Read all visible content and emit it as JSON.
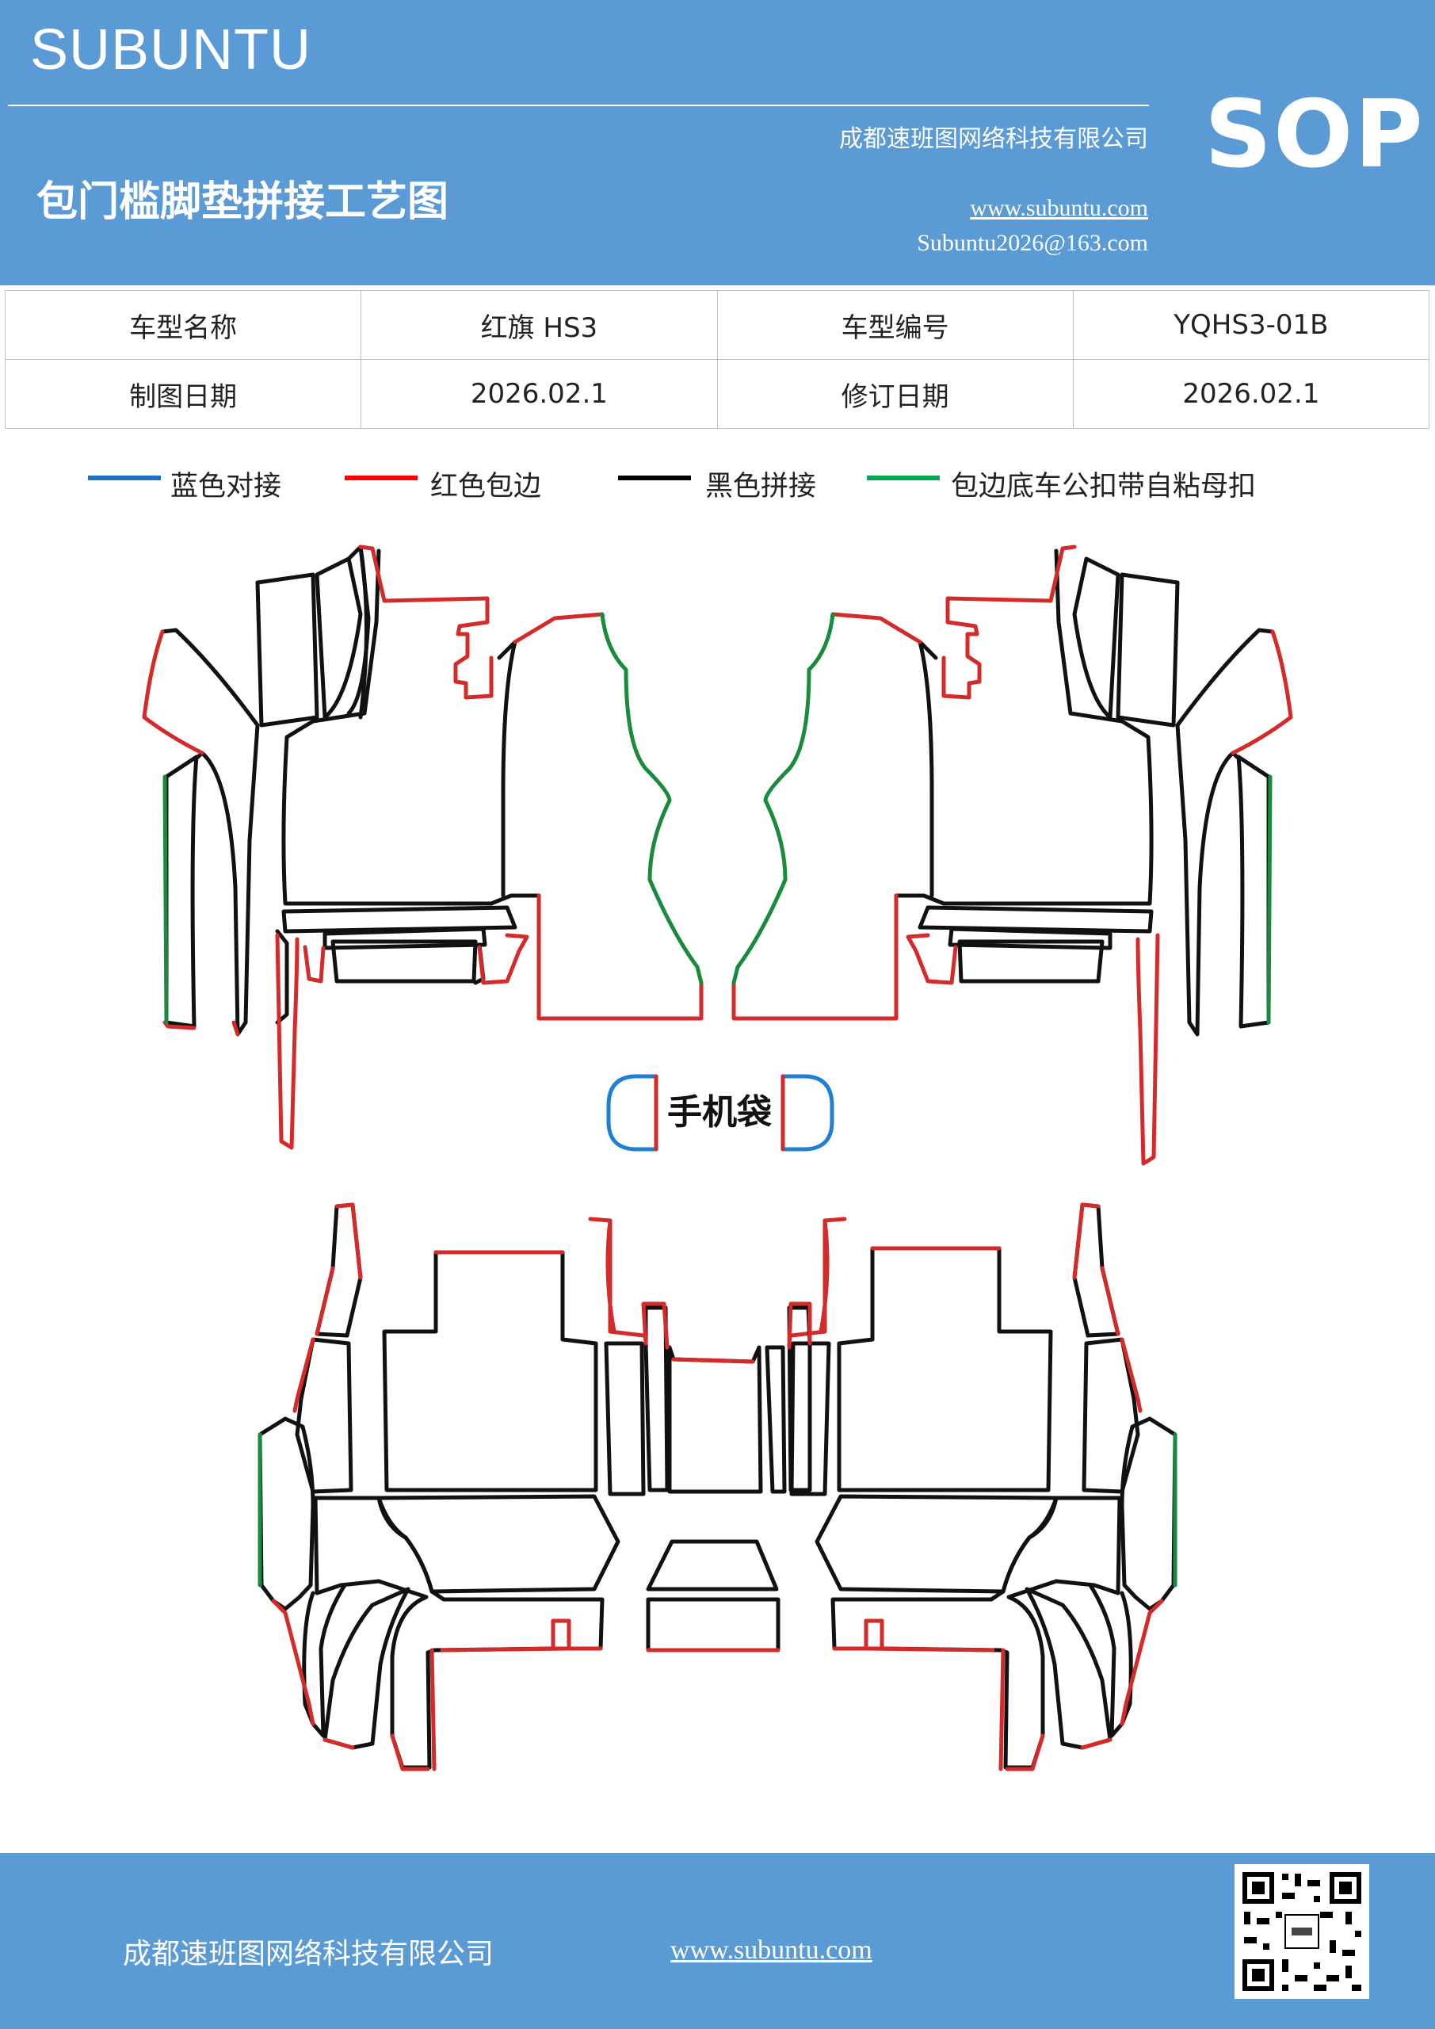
{
  "header": {
    "brand": "SUBUNTU",
    "company": "成都速班图网络科技有限公司",
    "title": "包门槛脚垫拼接工艺图",
    "website": "www.subuntu.com",
    "email": "Subuntu2026@163.com",
    "sop": "SOP"
  },
  "info_table": {
    "rows": [
      [
        "车型名称",
        "红旗 HS3",
        "车型编号",
        "YQHS3-01B"
      ],
      [
        "制图日期",
        "2026.02.1",
        "修订日期",
        "2026.02.1"
      ]
    ]
  },
  "legend": [
    {
      "label": "蓝色对接",
      "color": "#1f6fc5"
    },
    {
      "label": "红色包边",
      "color": "#ff0000"
    },
    {
      "label": "黑色拼接",
      "color": "#000000"
    },
    {
      "label": "包边底车公扣带自粘母扣",
      "color": "#00a651"
    }
  ],
  "diagram": {
    "phone_bag_label": "手机袋",
    "colors": {
      "edge": "#d42a2a",
      "seam": "#111111",
      "hook": "#1a8a3c",
      "dock": "#1f7fd4"
    }
  },
  "footer": {
    "company": "成都速班图网络科技有限公司",
    "website": "www.subuntu.com",
    "icons": [
      "building-icon",
      "globe-icon",
      "wechat-icon",
      "qr-code"
    ]
  }
}
